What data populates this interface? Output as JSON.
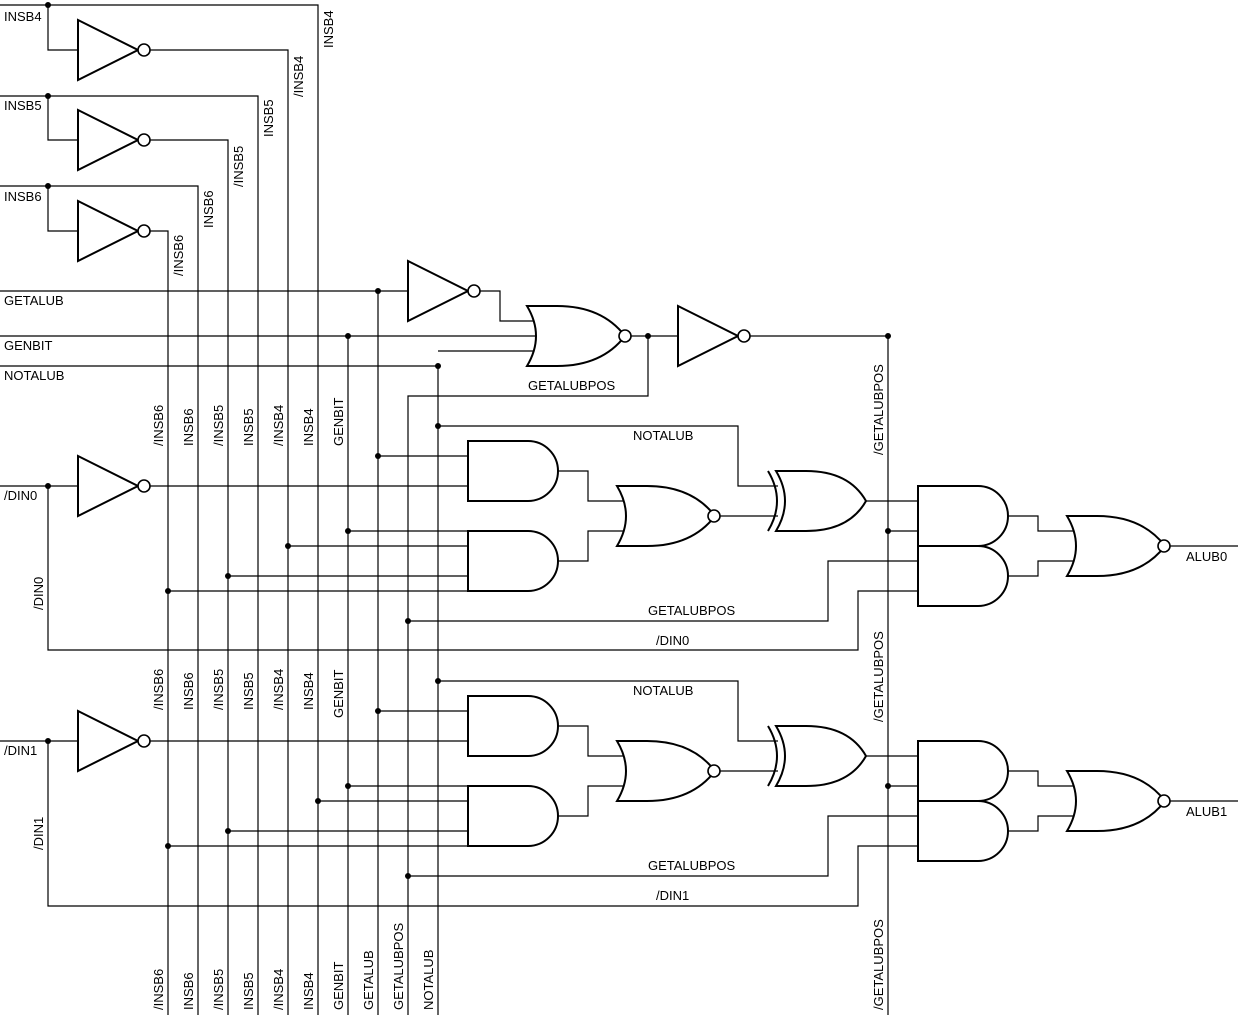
{
  "inputs": {
    "insb4": "INSB4",
    "insb5": "INSB5",
    "insb6": "INSB6",
    "getalub": "GETALUB",
    "genbit": "GENBIT",
    "notalub": "NOTALUB",
    "din0": "/DIN0",
    "din1": "/DIN1"
  },
  "outputs": {
    "alub0": "ALUB0",
    "alub1": "ALUB1"
  },
  "nets": {
    "insb4": "INSB4",
    "ninsb4": "/INSB4",
    "insb5": "INSB5",
    "ninsb5": "/INSB5",
    "insb6": "INSB6",
    "ninsb6": "/INSB6",
    "genbit": "GENBIT",
    "getalub": "GETALUB",
    "getalubpos": "GETALUBPOS",
    "ngetalubpos": "/GETALUBPOS",
    "notalub": "NOTALUB",
    "din0": "/DIN0",
    "din1": "/DIN1"
  }
}
